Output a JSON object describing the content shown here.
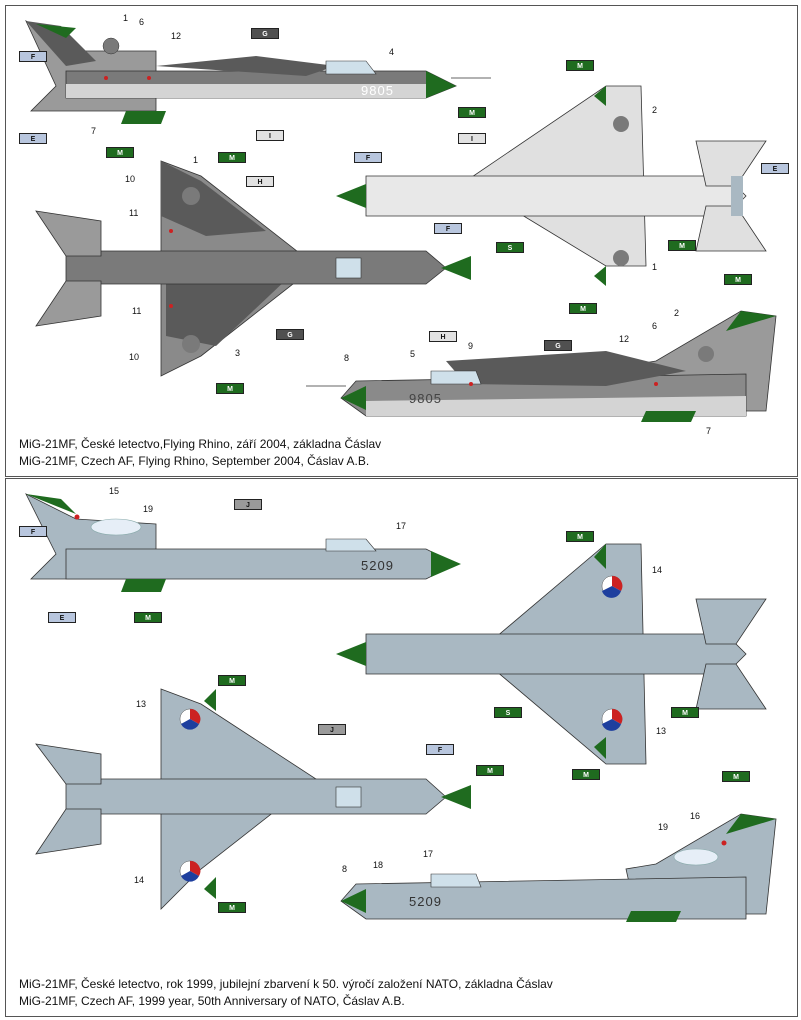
{
  "panel1": {
    "caption_cz": "MiG-21MF, České letectvo,Flying Rhino, září 2004,  základna Čáslav",
    "caption_en": "MiG-21MF, Czech AF, Flying Rhino, September 2004, Čáslav A.B.",
    "serial": "9805",
    "tags": {
      "G": "G",
      "F": "F",
      "E": "E",
      "M": "M",
      "I": "I",
      "H": "H"
    },
    "numbers": [
      "1",
      "2",
      "3",
      "4",
      "5",
      "6",
      "7",
      "8",
      "9",
      "10",
      "11",
      "12"
    ]
  },
  "panel2": {
    "caption_cz": "MiG-21MF, České letectvo, rok 1999,  jubilejní zbarvení  k 50. výročí založení NATO, základna Čáslav",
    "caption_en": "MiG-21MF, Czech AF, 1999 year, 50th Anniversary of  NATO, Čáslav A.B.",
    "serial": "5209",
    "tags": {
      "J": "J",
      "F": "F",
      "E": "E",
      "M": "M",
      "S": "S"
    },
    "numbers": [
      "13",
      "14",
      "15",
      "16",
      "17",
      "18",
      "19",
      "8"
    ]
  },
  "colors": {
    "dark_grey": "#5a5a5a",
    "mid_grey": "#9a9a9a",
    "light_grey": "#d4d4d4",
    "blue_grey": "#a9b8c2",
    "green": "#1f6b1f",
    "red": "#cc2222"
  }
}
